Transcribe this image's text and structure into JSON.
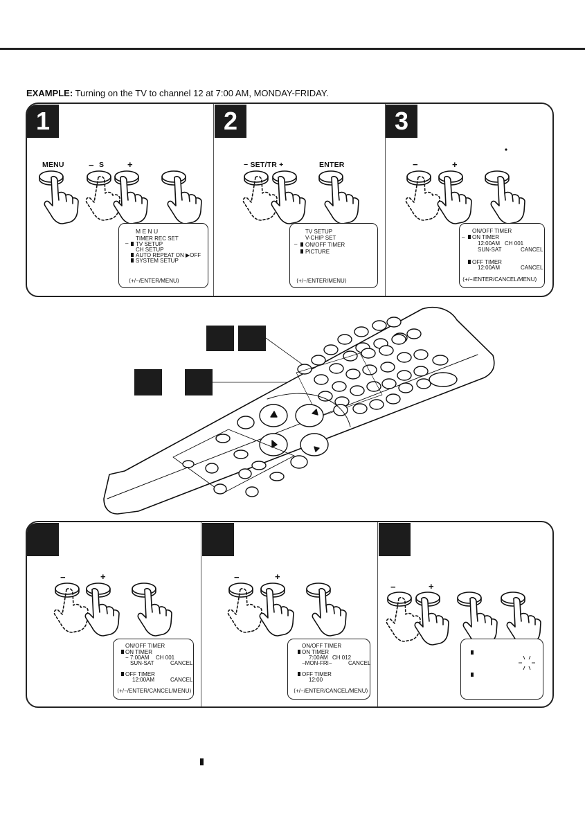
{
  "example": {
    "label": "EXAMPLE:",
    "text": "Turning on the TV to channel 12 at 7:00 AM, MONDAY-FRIDAY."
  },
  "steps_top": [
    {
      "number": "1",
      "buttons": {
        "menu": "MENU",
        "minus": "−",
        "s": "S",
        "plus": "+"
      },
      "osd": {
        "title": "M E N U",
        "items": [
          "TIMER REC SET",
          "TV SETUP",
          "CH SETUP",
          "AUTO REPEAT   ON ▶OFF",
          "SYSTEM  SETUP"
        ],
        "footer": "⟨+/−/ENTER/MENU⟩"
      }
    },
    {
      "number": "2",
      "buttons": {
        "settr": "−  SET/TR  +",
        "enter": "ENTER"
      },
      "osd": {
        "title": "TV  SETUP",
        "items": [
          "V-CHIP SET",
          "ON/OFF TIMER",
          "PICTURE"
        ],
        "footer": "⟨+/−/ENTER/MENU⟩"
      }
    },
    {
      "number": "3",
      "buttons": {
        "minus": "−",
        "plus": "+"
      },
      "osd": {
        "title": "ON/OFF TIMER",
        "on_timer": "ON  TIMER",
        "on_time": "12:00AM",
        "on_ch": "CH 001",
        "on_days": "SUN-SAT",
        "cancel1": "CANCEL",
        "off_timer": "OFF  TIMER",
        "off_time": "12:00AM",
        "cancel2": "CANCEL",
        "footer": "⟨+/−/ENTER/CANCEL/MENU⟩"
      }
    }
  ],
  "steps_bottom": [
    {
      "buttons": {
        "minus": "−",
        "plus": "+"
      },
      "osd": {
        "title": "ON/OFF TIMER",
        "on_timer": "ON  TIMER",
        "on_time": "− 7:00AM",
        "on_ch": "CH 001",
        "on_days": "SUN-SAT",
        "cancel1": "CANCEL",
        "off_timer": "OFF  TIMER",
        "off_time": "12:00AM",
        "cancel2": "CANCEL",
        "footer": "⟨+/−/ENTER/CANCEL/MENU⟩"
      }
    },
    {
      "buttons": {
        "minus": "−",
        "plus": "+"
      },
      "osd": {
        "title": "ON/OFF TIMER",
        "on_timer": "ON  TIMER",
        "on_time": "7:00AM",
        "on_ch": "CH 012",
        "on_days": "−MON-FRI−",
        "cancel1": "CANCEL",
        "off_timer": "OFF  TIMER",
        "off_time": "12:00",
        "footer": "⟨+/−/ENTER/CANCEL/MENU⟩"
      }
    },
    {
      "buttons": {
        "minus": "−",
        "plus": "+"
      }
    }
  ]
}
